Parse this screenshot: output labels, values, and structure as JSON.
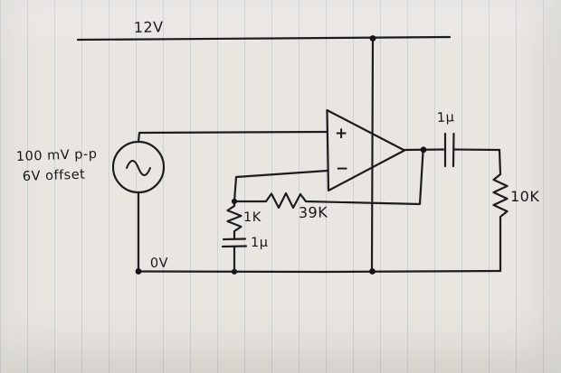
{
  "title": "Hand-drawn op-amp circuit schematic on ruled paper",
  "colors": {
    "ink": "#1c1c1e",
    "paper": "#e9e6e2",
    "ruling": "#97a3ab"
  },
  "schematic": {
    "power_rail_label": "12V",
    "ground_rail_label": "0V",
    "source": {
      "line1": "100 mV p-p",
      "line2": "6V offset"
    },
    "opamp": {
      "noninverting_label": "+",
      "inverting_label": "−"
    },
    "components": {
      "feedback_resistor": "39K",
      "input_resistor": "1K",
      "input_capacitor": "1µ",
      "output_capacitor": "1µ",
      "load_resistor": "10K"
    }
  }
}
